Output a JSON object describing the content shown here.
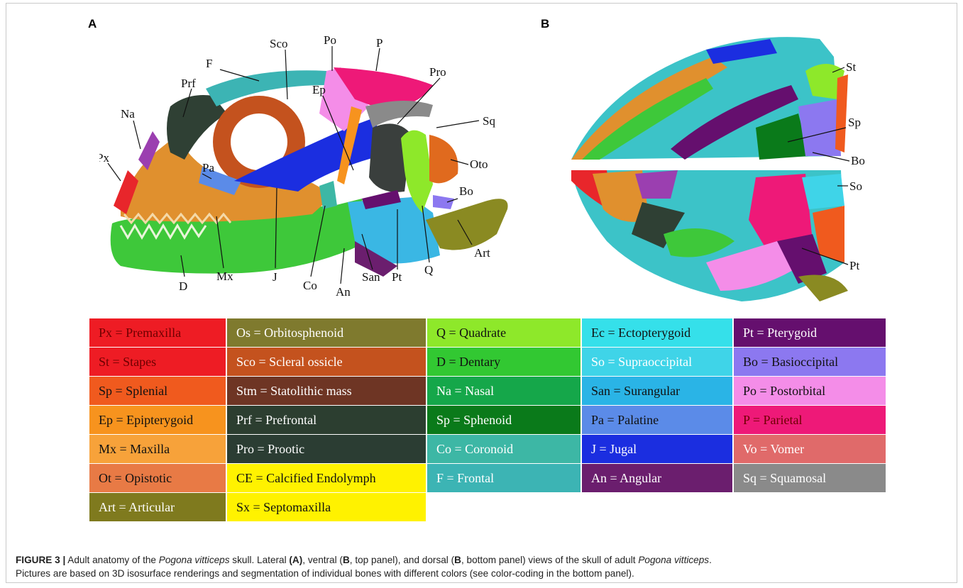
{
  "panels": {
    "a": "A",
    "b": "B"
  },
  "skull_labels_a": {
    "px": "Px",
    "na": "Na",
    "prf": "Prf",
    "f": "F",
    "sco": "Sco",
    "po": "Po",
    "p": "P",
    "pro": "Pro",
    "ep": "Ep",
    "pa": "Pa",
    "sq": "Sq",
    "oto": "Oto",
    "bo": "Bo",
    "art": "Art",
    "d": "D",
    "mx": "Mx",
    "j": "J",
    "co": "Co",
    "an": "An",
    "san": "San",
    "pt": "Pt",
    "q": "Q"
  },
  "skull_labels_b": {
    "st": "St",
    "sp": "Sp",
    "bo": "Bo",
    "so": "So",
    "pt": "Pt"
  },
  "legend": [
    {
      "text": "Px = Premaxilla",
      "bg": "#ee1c24",
      "fg": "#6e0000"
    },
    {
      "text": "Os = Orbitosphenoid",
      "bg": "#7f7a2e",
      "fg": "#ffffff"
    },
    {
      "text": "Q = Quadrate",
      "bg": "#8ee82a",
      "fg": "#111111"
    },
    {
      "text": "Ec = Ectopterygoid",
      "bg": "#35e0ea",
      "fg": "#111111"
    },
    {
      "text": "Pt = Pterygoid",
      "bg": "#650f6e",
      "fg": "#ffffff"
    },
    {
      "text": "St = Stapes",
      "bg": "#ee1c24",
      "fg": "#6e0000"
    },
    {
      "text": "Sco = Scleral ossicle",
      "bg": "#c4521e",
      "fg": "#ffffff"
    },
    {
      "text": "D = Dentary",
      "bg": "#32c832",
      "fg": "#111111"
    },
    {
      "text": "So = Supraoccipital",
      "bg": "#3fd4e8",
      "fg": "#ffffff"
    },
    {
      "text": "Bo = Basioccipital",
      "bg": "#8c78f0",
      "fg": "#111111"
    },
    {
      "text": "Sp = Splenial",
      "bg": "#f05a1e",
      "fg": "#111111"
    },
    {
      "text": "Stm = Statolithic mass",
      "bg": "#6e3524",
      "fg": "#ffffff"
    },
    {
      "text": "Na = Nasal",
      "bg": "#15a74a",
      "fg": "#ffffff"
    },
    {
      "text": "San = Surangular",
      "bg": "#2ab4e6",
      "fg": "#111111"
    },
    {
      "text": "Po = Postorbital",
      "bg": "#f48de8",
      "fg": "#111111"
    },
    {
      "text": "Ep = Epipterygoid",
      "bg": "#f7931e",
      "fg": "#111111"
    },
    {
      "text": "Prf = Prefrontal",
      "bg": "#2c3e30",
      "fg": "#ffffff"
    },
    {
      "text": "Sp = Sphenoid",
      "bg": "#0a7a1a",
      "fg": "#ffffff"
    },
    {
      "text": "Pa = Palatine",
      "bg": "#5b8be8",
      "fg": "#111111"
    },
    {
      "text": "P = Parietal",
      "bg": "#ee1978",
      "fg": "#6e0000"
    },
    {
      "text": "Mx = Maxilla",
      "bg": "#f7a23a",
      "fg": "#111111"
    },
    {
      "text": "Pro = Prootic",
      "bg": "#2b3d33",
      "fg": "#ffffff"
    },
    {
      "text": "Co = Coronoid",
      "bg": "#3db7a5",
      "fg": "#ffffff"
    },
    {
      "text": "J = Jugal",
      "bg": "#1b2ee0",
      "fg": "#ffffff"
    },
    {
      "text": "Vo = Vomer",
      "bg": "#e06a6a",
      "fg": "#ffffff"
    },
    {
      "text": "Ot = Opistotic",
      "bg": "#e87a45",
      "fg": "#111111"
    },
    {
      "text": "CE = Calcified Endolymph",
      "bg": "#fff200",
      "fg": "#111111"
    },
    {
      "text": "F = Frontal",
      "bg": "#3cb4b4",
      "fg": "#ffffff"
    },
    {
      "text": "An = Angular",
      "bg": "#6b1e6e",
      "fg": "#ffffff"
    },
    {
      "text": "Sq = Squamosal",
      "bg": "#8a8a8a",
      "fg": "#ffffff"
    },
    {
      "text": "Art = Articular",
      "bg": "#7f7a1e",
      "fg": "#ffffff"
    },
    {
      "text": "Sx = Septomaxilla",
      "bg": "#fff200",
      "fg": "#111111"
    }
  ],
  "caption": {
    "figure": "FIGURE 3 |",
    "p1": " Adult anatomy of the ",
    "species1": "Pogona vitticeps",
    "p2": " skull. Lateral ",
    "a_ref": "(A)",
    "p3": ", ventral (",
    "b1": "B",
    "p4": ", top panel), and dorsal (",
    "b2": "B",
    "p5": ", bottom panel) views of the skull of adult ",
    "species2": "Pogona vitticeps",
    "p6": ".",
    "line2": "Pictures are based on 3D isosurface renderings and segmentation of individual bones with different colors (see color-coding in the bottom panel)."
  }
}
